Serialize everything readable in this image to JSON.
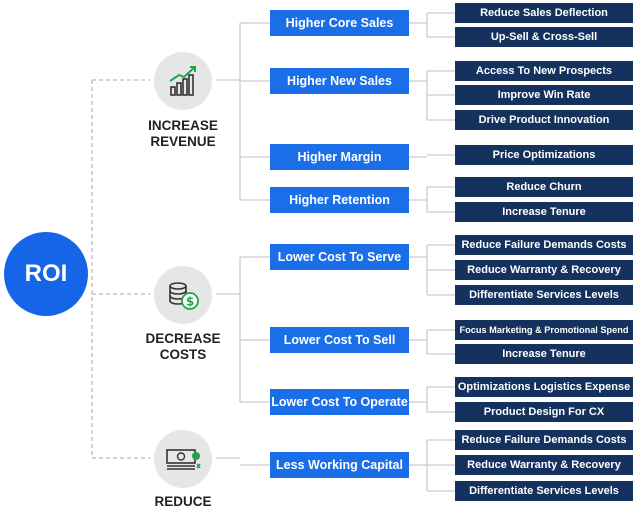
{
  "root": {
    "label": "ROI"
  },
  "categories": [
    {
      "label_line1": "INCREASE",
      "label_line2": "REVENUE",
      "icon": "growth-chart-icon",
      "groups": [
        {
          "label": "Higher Core Sales",
          "items": [
            "Reduce Sales Deflection",
            "Up-Sell & Cross-Sell"
          ]
        },
        {
          "label": "Higher New Sales",
          "items": [
            "Access To New Prospects",
            "Improve Win Rate",
            "Drive  Product Innovation"
          ]
        },
        {
          "label": "Higher Margin",
          "items": [
            "Price Optimizations"
          ]
        },
        {
          "label": "Higher Retention",
          "items": [
            "Reduce Churn",
            "Increase Tenure"
          ]
        }
      ]
    },
    {
      "label_line1": "DECREASE",
      "label_line2": "COSTS",
      "icon": "coins-dollar-icon",
      "groups": [
        {
          "label": "Lower Cost To Serve",
          "items": [
            "Reduce Failure Demands Costs",
            "Reduce Warranty & Recovery",
            "Differentiate Services Levels"
          ]
        },
        {
          "label": "Lower Cost To Sell",
          "items": [
            "Focus Marketing & Promotional  Spend",
            "Increase Tenure"
          ]
        },
        {
          "label": "Lower Cost To Operate",
          "items": [
            "Optimizations Logistics Expense",
            "Product Design For CX"
          ]
        }
      ]
    },
    {
      "label_line1": "REDUCE",
      "label_line2": "",
      "icon": "money-stack-icon",
      "groups": [
        {
          "label": "Less Working Capital",
          "items": [
            "Reduce Failure Demands Costs",
            "Reduce Warranty & Recovery",
            "Differentiate Services Levels"
          ]
        }
      ]
    }
  ],
  "colors": {
    "root": "#1565e8",
    "mid_box": "#1a6ee8",
    "leaf_box": "#15325e",
    "connector": "#cccccc",
    "dashed_connector": "#bbbbbb",
    "icon_circle": "#e6e6e6"
  }
}
